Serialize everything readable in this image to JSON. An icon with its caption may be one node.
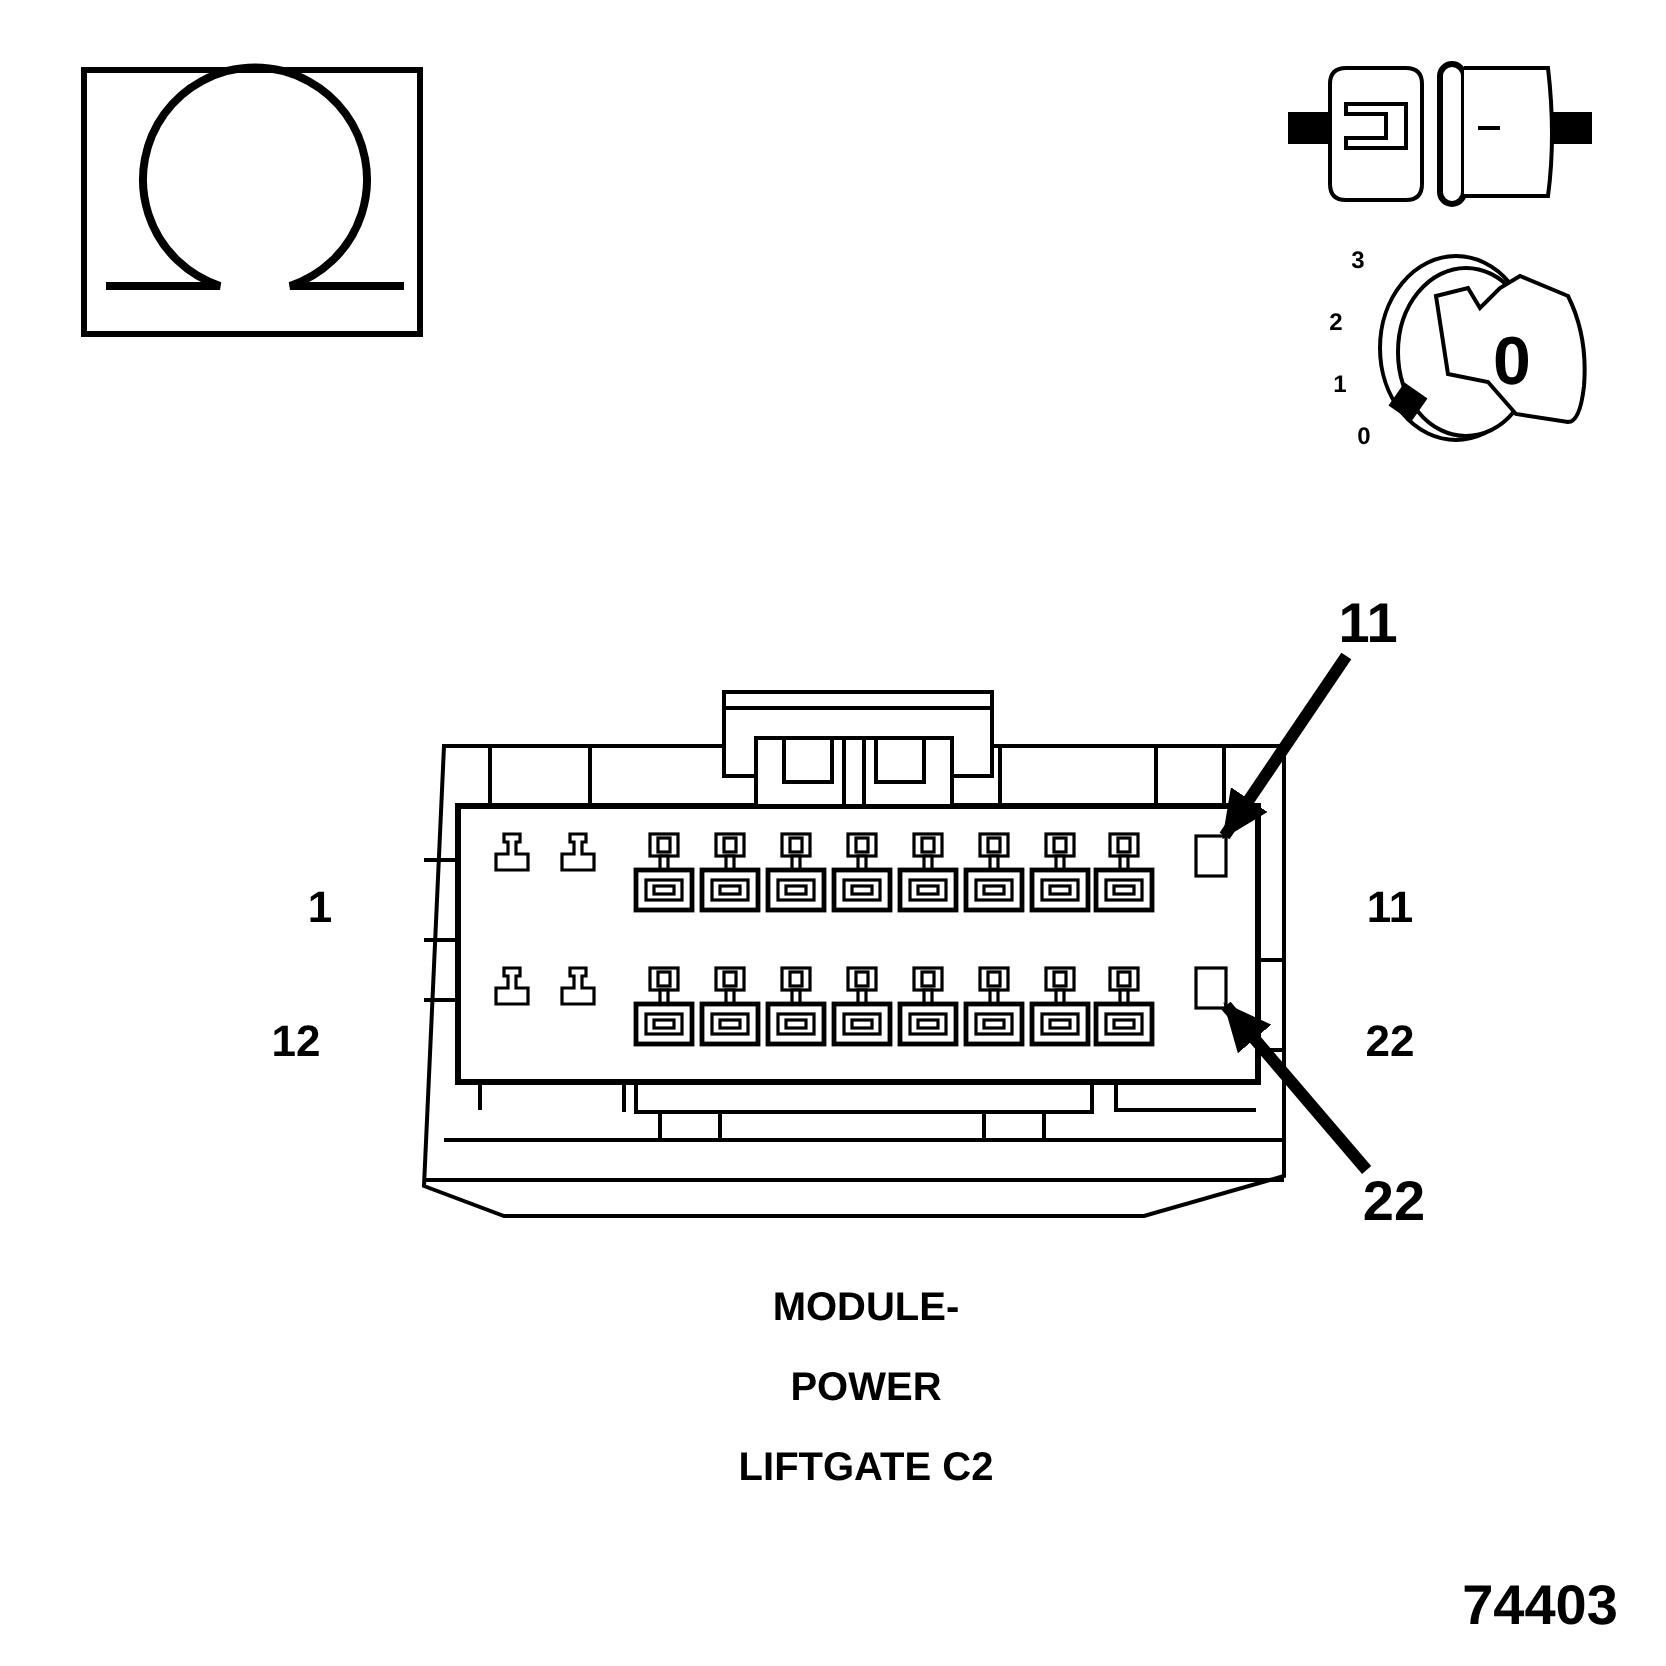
{
  "diagram": {
    "nodes": [
      {
        "text": [
          "11"
        ]
      },
      {
        "text": [],
        "shape": "box"
      },
      {
        "text": [
          "22"
        ]
      },
      {
        "text": [],
        "shape": "box"
      }
    ],
    "edges": [
      {
        "from": 0,
        "to": 1,
        "arrow": "to"
      },
      {
        "from": 2,
        "to": 3,
        "arrow": "to"
      }
    ],
    "caption": "MODULE- POWER LIFTGATE C2",
    "labels": [
      "3",
      "2",
      "1",
      "0",
      "0",
      "1",
      "11",
      "12",
      "22",
      "74403"
    ]
  }
}
